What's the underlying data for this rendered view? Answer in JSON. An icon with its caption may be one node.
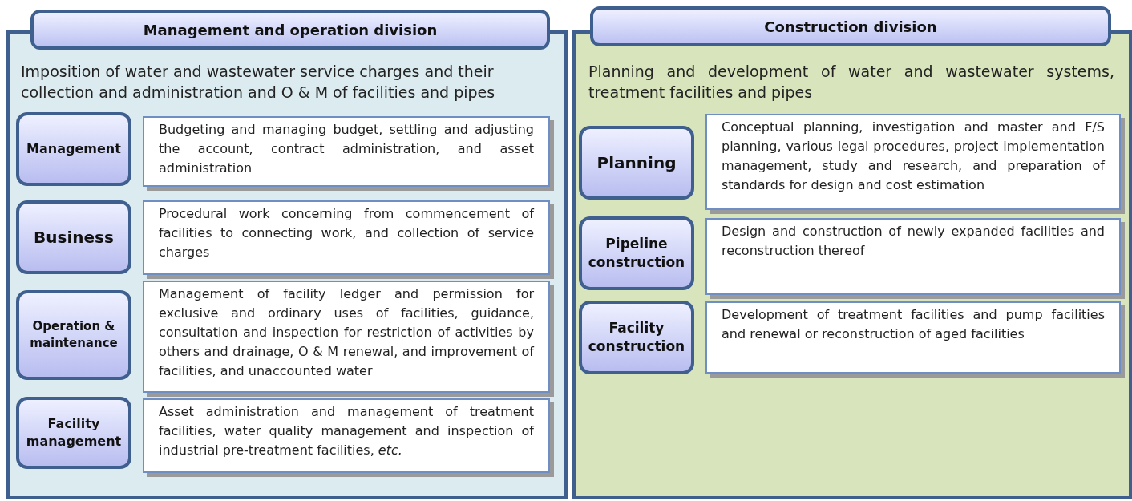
{
  "diagram": {
    "nodes": [
      {
        "text": [
          "Management and operation division",
          "Imposition of water and wastewater service charges and their collection and administration and O & M of facilities and pipes"
        ]
      },
      {
        "text": [
          "Management"
        ],
        "in": 0
      },
      {
        "text": [
          "Budgeting and managing budget, settling and adjusting the account, contract administration, and asset administration"
        ],
        "in": 0
      },
      {
        "text": [
          "Business"
        ],
        "in": 0
      },
      {
        "text": [
          "Procedural work concerning from commencement of facilities to connecting work, and collection of service charges"
        ],
        "in": 0
      },
      {
        "text": [
          "Operation & maintenance"
        ],
        "in": 0
      },
      {
        "text": [
          "Management of facility ledger and permission for exclusive and ordinary uses of facilities, guidance, consultation and inspection for restriction of activities by others and drainage, O & M renewal, and improvement of facilities, and unaccounted water"
        ],
        "in": 0
      },
      {
        "text": [
          "Facility management"
        ],
        "in": 0
      },
      {
        "text": [
          "Asset administration and management of treatment facilities, water quality management and inspection of industrial pre-treatment facilities, *etc.*"
        ],
        "in": 0
      },
      {
        "text": [
          "Construction division",
          "Planning and development of water and wastewater systems, treatment facilities and pipes"
        ]
      },
      {
        "text": [
          "Planning"
        ],
        "in": 9
      },
      {
        "text": [
          "Conceptual planning, investigation and master and F/S planning, various legal procedures, project implementation management, study and research, and preparation of standards for design and cost estimation"
        ],
        "in": 9
      },
      {
        "text": [
          "Pipeline construction"
        ],
        "in": 9
      },
      {
        "text": [
          "Design and construction of newly expanded facilities and reconstruction thereof"
        ],
        "in": 9
      },
      {
        "text": [
          "Facility construction"
        ],
        "in": 9
      },
      {
        "text": [
          "Development of treatment facilities and pump facilities and renewal or reconstruction of aged facilities"
        ],
        "in": 9
      }
    ],
    "edges": []
  }
}
